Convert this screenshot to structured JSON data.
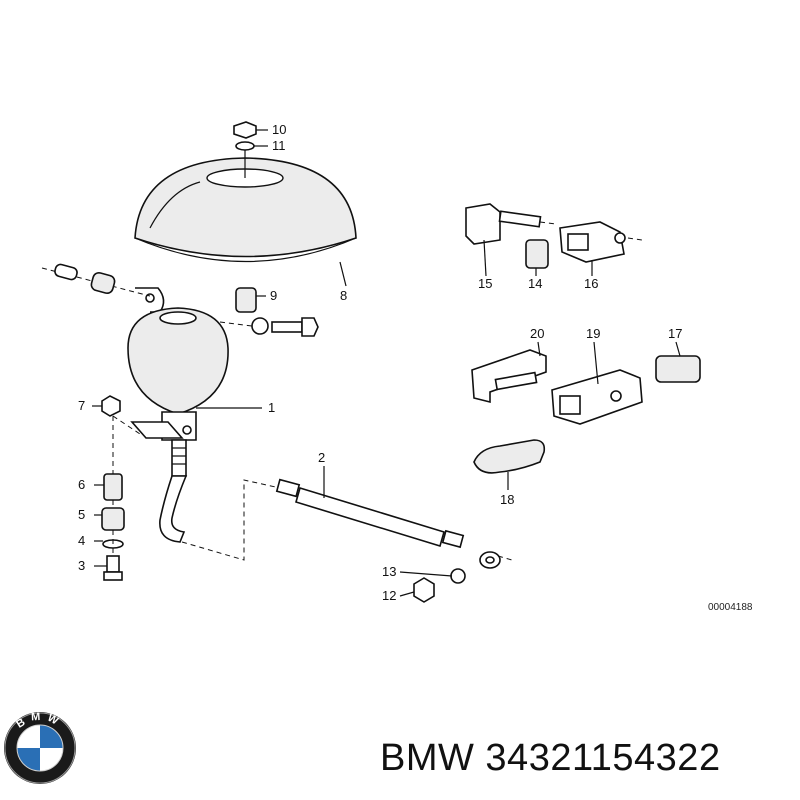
{
  "callouts": [
    "1",
    "2",
    "3",
    "4",
    "5",
    "6",
    "7",
    "8",
    "9",
    "10",
    "11",
    "12",
    "13",
    "14",
    "15",
    "16",
    "17",
    "18",
    "19",
    "20"
  ],
  "drawing_ref": "00004188",
  "caption": "BMW 34321154322",
  "logo": {
    "text": "BMW",
    "icon": "bmw-roundel-icon",
    "blue": "#2a6fb5",
    "ring": "#1a1a1a"
  }
}
